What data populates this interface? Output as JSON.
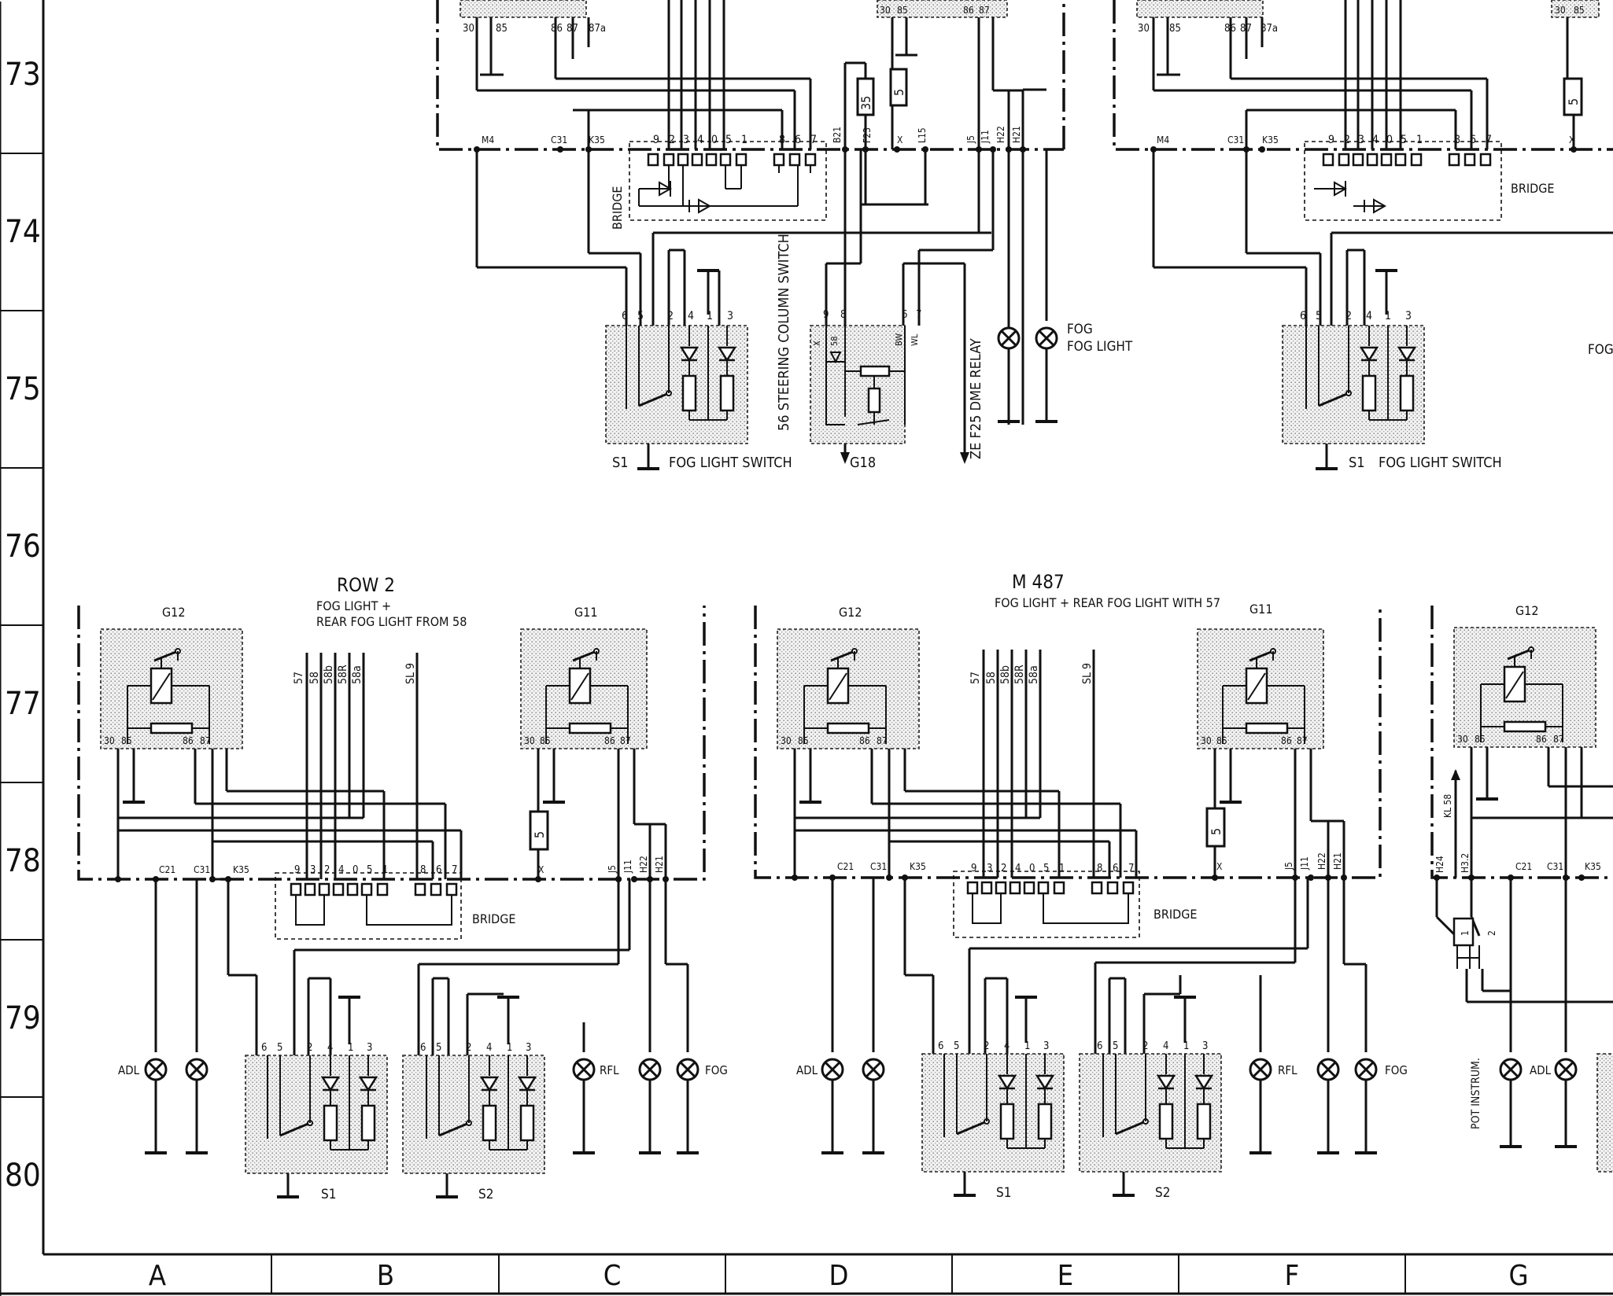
{
  "row_numbers": [
    "73",
    "74",
    "75",
    "76",
    "77",
    "78",
    "79",
    "80"
  ],
  "column_letters": [
    "A",
    "B",
    "C",
    "D",
    "E",
    "F",
    "G"
  ],
  "titles": {
    "row2": "ROW 2",
    "row2_sub1": "FOG LIGHT +",
    "row2_sub2": "REAR FOG LIGHT FROM 58",
    "m487": "M 487",
    "m487_sub": "FOG LIGHT + REAR FOG LIGHT WITH 57"
  },
  "components": {
    "g12": "G12",
    "g11": "G11",
    "g18": "G18",
    "s1": "S1",
    "s2": "S2",
    "fog_light_switch": "FOG LIGHT SWITCH",
    "bridge": "BRIDGE",
    "steering": "56  STEERING COLUMN SWITCH",
    "dme": "ZE  F25  DME RELAY",
    "fog1": "FOG",
    "fog2": "FOG LIGHT",
    "fog_cut": "FOG",
    "pot_instrum": "POT INSTRUM.",
    "kl58": "KL 58"
  },
  "lamp_labels": {
    "adl": "ADL",
    "rfl": "RFL",
    "fog": "FOG"
  },
  "relay_pins": [
    "30",
    "85",
    "86",
    "87",
    "87a"
  ],
  "relay_pins_top_right": [
    "30",
    "85",
    "86",
    "87"
  ],
  "switch_pins": [
    "6",
    "5",
    "2",
    "4",
    "1",
    "3"
  ],
  "bridge_pins": [
    "9",
    "2",
    "3",
    "4",
    "0",
    "5",
    "1",
    "8",
    "6",
    "7"
  ],
  "bridge_pins_row2": [
    "9",
    "3",
    "2",
    "4",
    "0",
    "5",
    "1",
    "8",
    "6",
    "7"
  ],
  "connectors_top": [
    "M4",
    "C31",
    "K35",
    "B21",
    "F23",
    "X",
    "L15",
    "J5",
    "J11",
    "H22",
    "H21"
  ],
  "connectors_row2": [
    "C21",
    "C31",
    "K35",
    "X",
    "J5",
    "J11",
    "H22",
    "H21"
  ],
  "connectors_g": [
    "H24",
    "H3.2",
    "C21",
    "C31",
    "K35"
  ],
  "bus_labels": [
    "57",
    "58",
    "58b",
    "58R",
    "58a",
    "SL 9"
  ],
  "resistor_labels": [
    "35",
    "5"
  ],
  "g18_pins": [
    "9",
    "8",
    "6",
    "7"
  ],
  "g18_inner": [
    "X",
    "58",
    "BW",
    "WL"
  ],
  "plug_pins": [
    "1",
    "2"
  ]
}
